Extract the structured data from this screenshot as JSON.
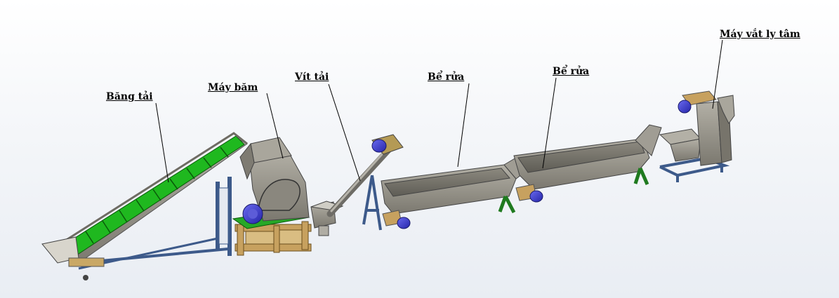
{
  "labels": {
    "conveyor": "Băng tải",
    "shredder": "Máy băm",
    "screw": "Vít tải",
    "tank1": "Bể rửa",
    "tank2": "Bể rửa",
    "centrifuge": "Máy vắt ly tâm"
  },
  "colors": {
    "belt_green": "#1fb81f",
    "frame_blue": "#3d5a8a",
    "body_gray": "#8d8a80",
    "wood": "#c7a15f",
    "motor_blue": "#3a3ad0",
    "leader": "#000000"
  },
  "icons": {
    "motor": "electric-motor-icon"
  }
}
